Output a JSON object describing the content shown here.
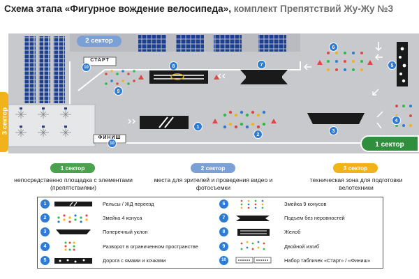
{
  "title": {
    "main": "Схема этапа «Фигурное вождение велосипеда»,",
    "sub": " комплект Препятствий Жу-Жу №3"
  },
  "map": {
    "sector_labels": {
      "s1": "1 сектор",
      "s2": "2 сектор",
      "s3": "3 сектор"
    },
    "sign_start": "СТАРТ",
    "sign_finish": "ФИНИШ",
    "markers": [
      "1",
      "2",
      "3",
      "4",
      "5",
      "6",
      "7",
      "8",
      "9",
      "10",
      "10"
    ]
  },
  "legend_header": [
    {
      "pill": "1 сектор",
      "color": "#4aa34c",
      "text": "непосредственно площадка с элементами (препятствиями)"
    },
    {
      "pill": "2 сектор",
      "color": "#7aa0d6",
      "text": "места для зрителей и проведения видео и фотосъемки"
    },
    {
      "pill": "3 сектор",
      "color": "#f2b21b",
      "text": "техническая зона для подготовки велотехники"
    }
  ],
  "legend": [
    {
      "num": "1",
      "label": "Рельсы / ЖД переезд"
    },
    {
      "num": "2",
      "label": "Змейка 4 конуса"
    },
    {
      "num": "3",
      "label": "Поперечный уклон"
    },
    {
      "num": "4",
      "label": "Разворот  в ограниченном пространстве"
    },
    {
      "num": "5",
      "label": "Дорога с ямами и кочками"
    },
    {
      "num": "6",
      "label": "Змейка 9 конусов"
    },
    {
      "num": "7",
      "label": "Подъем без неровностей"
    },
    {
      "num": "8",
      "label": "Желоб"
    },
    {
      "num": "9",
      "label": "Двойной изгиб"
    },
    {
      "num": "10",
      "label": "Набор табличек «Старт» / «Финиш»"
    }
  ]
}
